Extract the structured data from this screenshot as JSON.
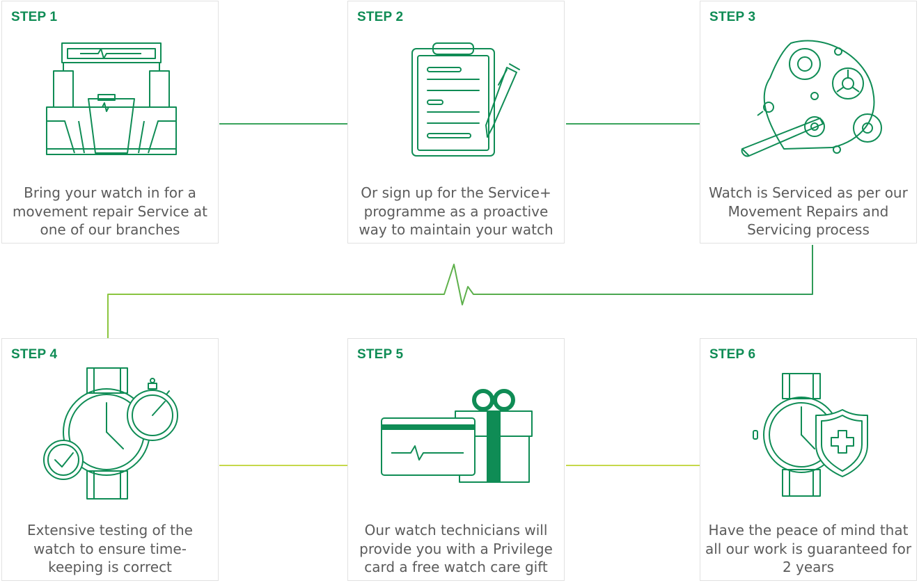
{
  "steps": [
    {
      "label": "STEP 1",
      "text": "Bring your watch in for a movement repair Service at one of our branches",
      "icon": "watch-repair-shop-icon"
    },
    {
      "label": "STEP 2",
      "text": "Or sign up for the Service+ programme as a proactive way to maintain your watch",
      "icon": "clipboard-pen-icon"
    },
    {
      "label": "STEP 3",
      "text": "Watch is Serviced as per our Movement Repairs and Servicing process",
      "icon": "watch-movement-gears-icon"
    },
    {
      "label": "STEP 4",
      "text": "Extensive testing of the watch to ensure time-keeping is correct",
      "icon": "watch-stopwatch-check-icon"
    },
    {
      "label": "STEP 5",
      "text": "Our watch technicians will provide you with a Privilege card a free watch care gift",
      "icon": "card-gift-icon"
    },
    {
      "label": "STEP 6",
      "text": "Have the peace of mind that all our work is guaranteed for 2 years",
      "icon": "watch-shield-icon"
    }
  ],
  "colors": {
    "accent_green": "#0f8c55",
    "connector_green": "#3aa35c",
    "connector_lime": "#b7d43b",
    "text_gray": "#5b5b5b",
    "border_gray": "#e1e1e1"
  }
}
